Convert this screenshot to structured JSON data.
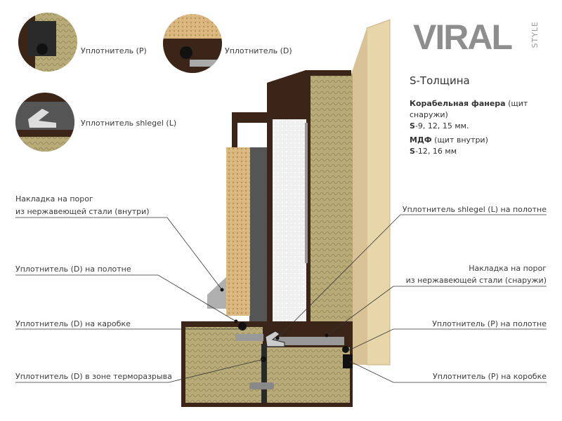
{
  "logo": {
    "text": "VIRAL",
    "sub": "STYLE"
  },
  "thickness": {
    "title": "S-Толщина",
    "outer_name": "Корабельная фанера",
    "outer_note": " (щит снаружи)",
    "outer_prefix": "S",
    "outer_values": "-9, 12, 15 мм.",
    "inner_name": "МДФ",
    "inner_note": " (щит внутри)",
    "inner_prefix": "S",
    "inner_values": "-12, 16 мм"
  },
  "legend": [
    {
      "label": "Уплотнитель (P)"
    },
    {
      "label": "Уплотнитель (D)"
    },
    {
      "label": "Уплотнитель shlegel (L)"
    }
  ],
  "callouts_left": [
    {
      "line1": "Накладка на порог",
      "line2": "из нержавеющей стали (внутри)"
    },
    {
      "line1": "Уплотнитель (D) на полотне"
    },
    {
      "line1": "Уплотнитель (D) на каробке"
    },
    {
      "line1": "Уплотнитель (D) в зоне терморазрыва"
    }
  ],
  "callouts_right": [
    {
      "line1": "Уплотнитель shlegel (L) на полотне"
    },
    {
      "line1": "Накладка на порог",
      "line2": "из нержавеющей стали (снаружи)"
    },
    {
      "line1": "Уплотнитель (P) на полотне"
    },
    {
      "line1": "Уплотнитель (P) на коробке"
    }
  ],
  "colors": {
    "frame": "#3b2418",
    "wool": "#b9ad7a",
    "plywood": "#e6d3a8",
    "osb": "#d9b77f",
    "foam": "#f4f4f4",
    "steel": "#a9a9a9"
  }
}
